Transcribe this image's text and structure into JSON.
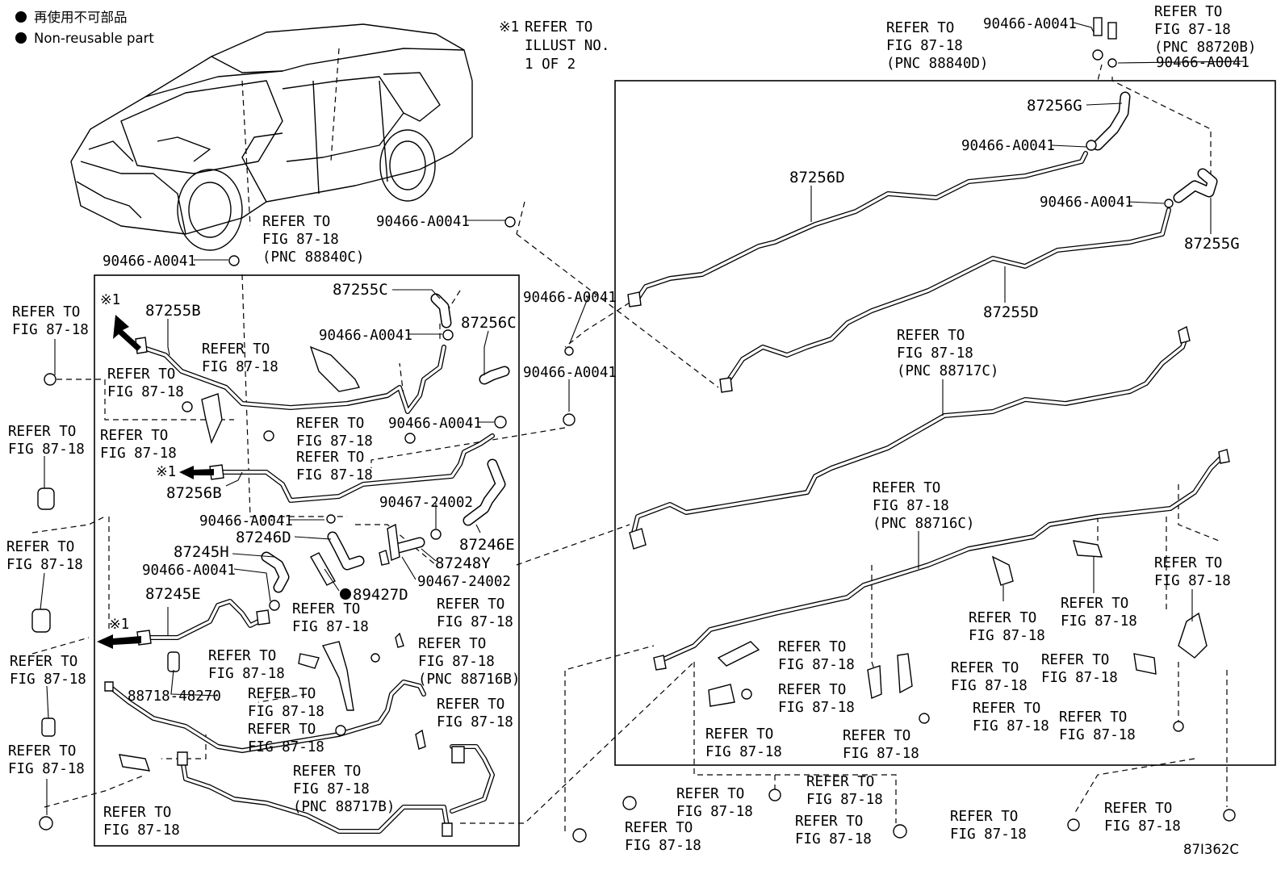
{
  "legend": {
    "reuse_ja": "再使用不可部品",
    "reuse_en": "Non-reusable part"
  },
  "note": {
    "mark": "※1",
    "line1": "REFER TO",
    "line2": "ILLUST NO.",
    "line3": "1 OF 2"
  },
  "mark1": "※1",
  "refer": {
    "line1": "REFER TO",
    "line2": "FIG 87-18"
  },
  "pnc": {
    "p88840d": "(PNC 88840D)",
    "p88720b": "(PNC 88720B)",
    "p88840c": "(PNC 88840C)",
    "p88717c": "(PNC 88717C)",
    "p88716c": "(PNC 88716C)",
    "p88716b": "(PNC 88716B)",
    "p88717b": "(PNC 88717B)"
  },
  "parts": {
    "p90466": "90466-A0041",
    "p90467": "90467-24002",
    "p87256g": "87256G",
    "p87256d": "87256D",
    "p87255g": "87255G",
    "p87255d": "87255D",
    "p87255c": "87255C",
    "p87255b": "87255B",
    "p87256c": "87256C",
    "p87256b": "87256B",
    "p87246d": "87246D",
    "p87246e": "87246E",
    "p87245h": "87245H",
    "p87245e": "87245E",
    "p87248y": "87248Y",
    "p89427d": "89427D",
    "p88718": "88718-48270"
  },
  "illustration_code": "87I362C",
  "icons": [
    "non-reusable-dot-icon",
    "arrow-icon",
    "clip-icon",
    "bolt-icon",
    "clamp-icon",
    "vehicle-icon"
  ]
}
